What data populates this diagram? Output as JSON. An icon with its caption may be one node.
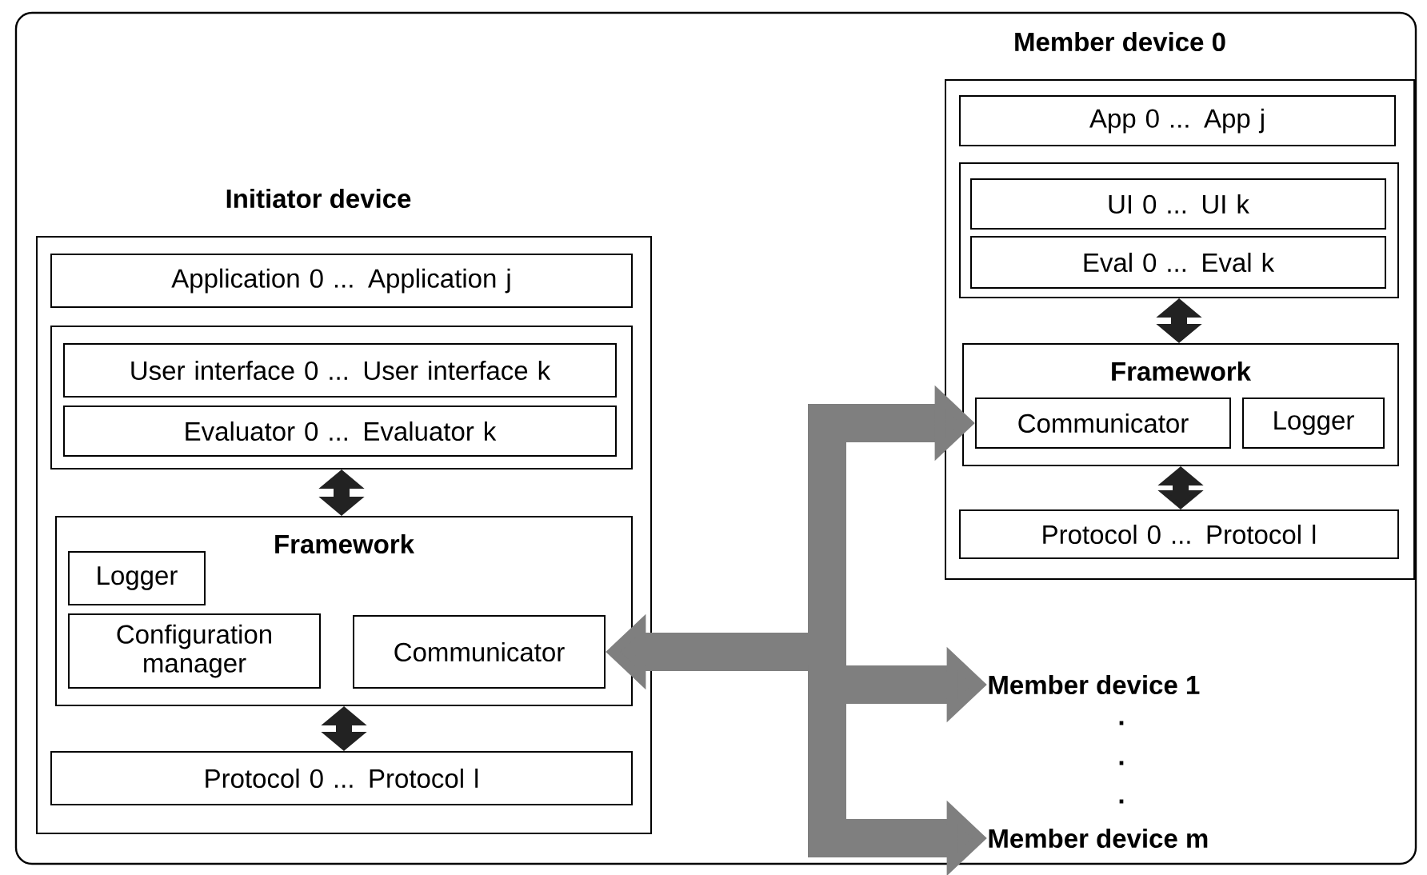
{
  "diagram": {
    "nodes": [
      {
        "text": [
          "Initiator device"
        ]
      },
      {
        "text": [
          "Application 0 ... Application j"
        ],
        "in": 0
      },
      {
        "text": [],
        "shape": "box",
        "in": 0
      },
      {
        "text": [
          "User interface 0 ... User interface k"
        ],
        "in": 2
      },
      {
        "text": [
          "Evaluator 0 ... Evaluator k"
        ],
        "in": 2
      },
      {
        "text": [
          "Framework"
        ],
        "in": 0
      },
      {
        "text": [
          "Logger"
        ],
        "in": 5
      },
      {
        "text": [
          "Configuration manager"
        ],
        "in": 5
      },
      {
        "text": [
          "Communicator"
        ],
        "in": 5
      },
      {
        "text": [
          "Protocol 0 ... Protocol l"
        ],
        "in": 0
      },
      {
        "text": [
          "Member device 0"
        ]
      },
      {
        "text": [
          "App 0 ... App j"
        ],
        "in": 10
      },
      {
        "text": [],
        "shape": "box",
        "in": 10
      },
      {
        "text": [
          "UI 0 ... UI k"
        ],
        "in": 12
      },
      {
        "text": [
          "Eval 0 ... Eval k"
        ],
        "in": 12
      },
      {
        "text": [
          "Framework"
        ],
        "in": 10
      },
      {
        "text": [
          "Communicator"
        ],
        "in": 15
      },
      {
        "text": [
          "Logger"
        ],
        "in": 15
      },
      {
        "text": [
          "Protocol 0 ... Protocol l"
        ],
        "in": 10
      },
      {
        "text": [
          "Member device 1"
        ]
      },
      {
        "text": [
          "Member device m"
        ]
      }
    ],
    "edges": [
      {
        "from": 2,
        "to": 5,
        "arrow": "both"
      },
      {
        "from": 5,
        "to": 9,
        "arrow": "both"
      },
      {
        "from": 12,
        "to": 15,
        "arrow": "both"
      },
      {
        "from": 15,
        "to": 18,
        "arrow": "both"
      },
      {
        "from": 8,
        "to": 16,
        "arrow": "both",
        "style": "thick",
        "color": "#7f7f7f"
      },
      {
        "from": 8,
        "to": 19,
        "arrow": "both",
        "style": "thick",
        "color": "#7f7f7f"
      },
      {
        "from": 8,
        "to": 20,
        "arrow": "both",
        "style": "thick",
        "color": "#7f7f7f"
      }
    ],
    "labels": [
      ".",
      ".",
      "."
    ]
  }
}
